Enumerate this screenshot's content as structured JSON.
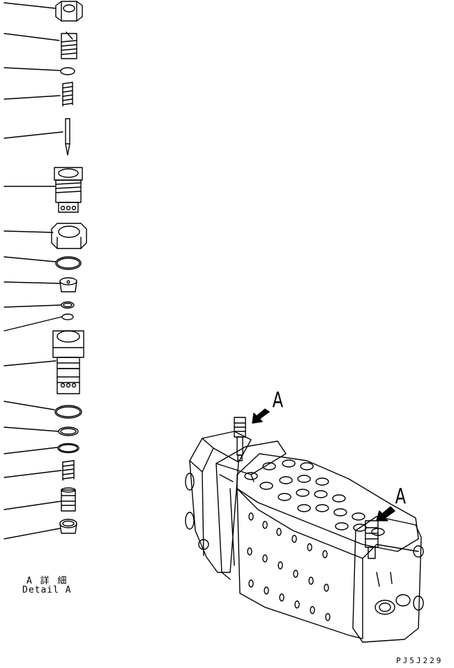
{
  "detail": {
    "caption_jp": "A 詳 細",
    "caption_en": "Detail A"
  },
  "view_labels": [
    "A",
    "A"
  ],
  "drawing_code": "PJ5J229",
  "parts_count": 18
}
